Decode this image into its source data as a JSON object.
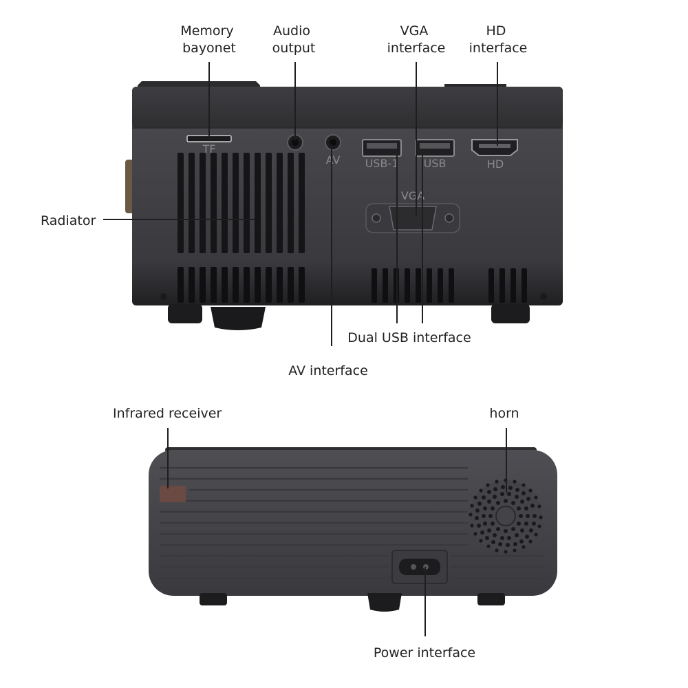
{
  "colors": {
    "body": "#47474b",
    "body_dark": "#2b2b2e",
    "foot": "#1c1c1e",
    "label": "#222222",
    "ir_window": "#6b4a44"
  },
  "panel_embossed": {
    "tf": "TF",
    "av": "AV",
    "usb1": "USB-1",
    "usb": "USB",
    "hd": "HD",
    "vga": "VGA"
  },
  "callouts": {
    "memory": [
      "Memory",
      "bayonet"
    ],
    "audio": [
      "Audio",
      "output"
    ],
    "vga": [
      "VGA",
      "interface"
    ],
    "hd": [
      "HD",
      "interface"
    ],
    "radiator": "Radiator",
    "dual_usb": "Dual USB interface",
    "av": "AV interface",
    "infrared": "Infrared receiver",
    "horn": "horn",
    "power": "Power interface"
  }
}
